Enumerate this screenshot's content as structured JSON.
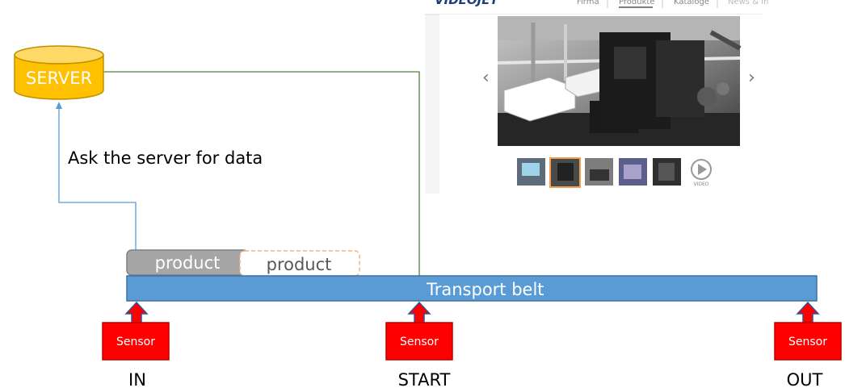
{
  "server": {
    "label": "SERVER",
    "fill": "#FFC000",
    "stroke": "#BF9000"
  },
  "annotation": {
    "text": "Ask the server for data"
  },
  "belt": {
    "label": "Transport belt",
    "fill": "#5B9BD5",
    "stroke": "#41719C"
  },
  "products": [
    {
      "label": "product",
      "style": "solid"
    },
    {
      "label": "product",
      "style": "ghost"
    }
  ],
  "sensors": [
    {
      "label": "Sensor",
      "position_label": "IN"
    },
    {
      "label": "Sensor",
      "position_label": "START"
    },
    {
      "label": "Sensor",
      "position_label": "OUT"
    }
  ],
  "screenshot": {
    "brand": "VIDEOJET",
    "nav": [
      "Firma",
      "Produkte",
      "Kataloge",
      "News & In"
    ],
    "prev_glyph": "‹",
    "next_glyph": "›",
    "video_label": "VIDEO"
  },
  "colors": {
    "sensor_fill": "#FF0000",
    "sensor_stroke": "#C00000",
    "sensor_arrow_fill": "#FF0000",
    "sensor_arrow_stroke": "#2F5597",
    "request_line": "#5B9BD5",
    "response_line": "#548235"
  }
}
